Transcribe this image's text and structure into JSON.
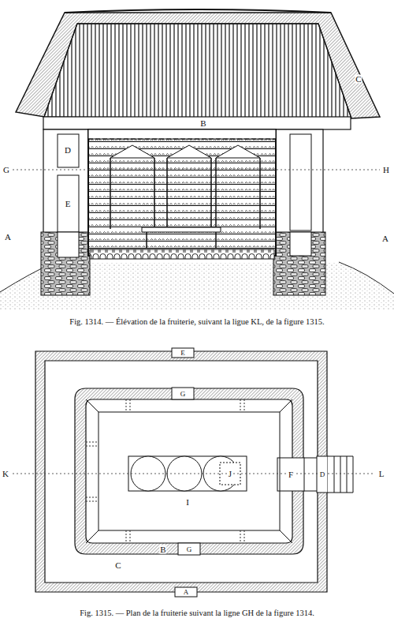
{
  "diagram": {
    "labels": [
      "B",
      "C",
      "D",
      "E",
      "G",
      "H",
      "A",
      "A",
      "Fig. 1314. — Élévation de la fruiterie, suivant la ligue KL, de la figure 1315.",
      "E",
      "G",
      "K",
      "L",
      "J",
      "I",
      "F",
      "D",
      "B",
      "G",
      "C",
      "A",
      "Fig. 1315. — Plan de la fruiterie suivant la ligne GH de la figure 1314."
    ]
  }
}
